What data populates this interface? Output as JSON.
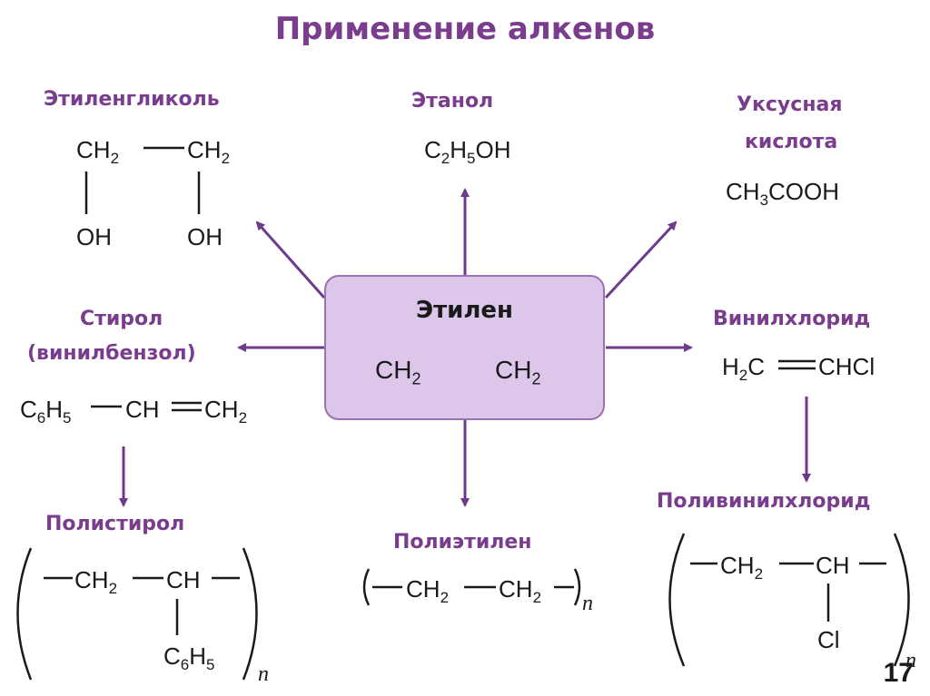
{
  "title": "Применение алкенов",
  "center": {
    "name": "Этилен",
    "formula_left": "CH",
    "formula_right": "CH",
    "sub2": "2"
  },
  "ethylene_glycol": {
    "label": "Этиленгликоль",
    "ch": "CH",
    "sub2": "2",
    "oh": "OH"
  },
  "ethanol": {
    "label": "Этанол",
    "f1": "C",
    "s1": "2",
    "f2": "H",
    "s2": "5",
    "f3": "OH"
  },
  "acetic_acid": {
    "label_line1": "Уксусная",
    "label_line2": "кислота",
    "f1": "CH",
    "s1": "3",
    "f2": "COOH"
  },
  "styrene": {
    "label_line1": "Стирол",
    "label_line2": "(винилбензол)",
    "c": "C",
    "s6": "6",
    "h": "H",
    "s5": "5",
    "ch": "CH",
    "ch2": "CH",
    "s2": "2"
  },
  "vinyl_chloride": {
    "label": "Винилхлорид",
    "h": "H",
    "s2": "2",
    "c": "C",
    "chcl": "CHCl"
  },
  "polystyrene": {
    "label": "Полистирол",
    "ch2": "CH",
    "s2": "2",
    "ch": "CH",
    "c": "C",
    "s6": "6",
    "h": "H",
    "s5": "5",
    "n": "n"
  },
  "polyethylene": {
    "label": "Полиэтилен",
    "ch": "CH",
    "s2": "2",
    "n": "n"
  },
  "pvc": {
    "label": "Поливинилхлорид",
    "ch2": "CH",
    "s2": "2",
    "ch": "CH",
    "cl": "Cl",
    "n": "n"
  },
  "page_number": "17",
  "colors": {
    "accent": "#7a3d8e",
    "box_fill": "#dcc6ea",
    "box_border": "#9a72b0",
    "arrow": "#6e3a8c"
  }
}
